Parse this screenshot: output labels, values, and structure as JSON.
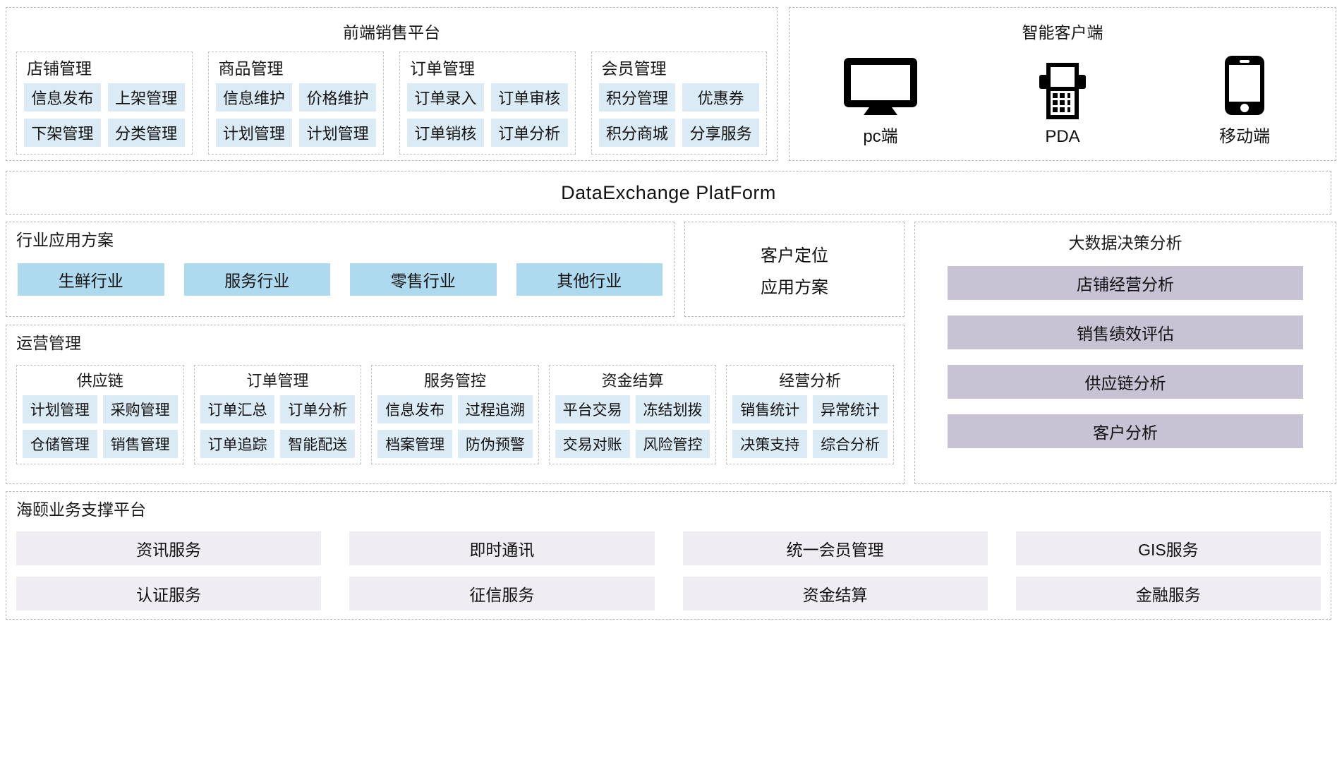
{
  "frontend": {
    "title": "前端销售平台",
    "groups": [
      {
        "title": "店铺管理",
        "rows": [
          [
            "信息发布",
            "上架管理"
          ],
          [
            "下架管理",
            "分类管理"
          ]
        ]
      },
      {
        "title": "商品管理",
        "rows": [
          [
            "信息维护",
            "价格维护"
          ],
          [
            "计划管理",
            "计划管理"
          ]
        ]
      },
      {
        "title": "订单管理",
        "rows": [
          [
            "订单录入",
            "订单审核"
          ],
          [
            "订单销核",
            "订单分析"
          ]
        ]
      },
      {
        "title": "会员管理",
        "rows": [
          [
            "积分管理",
            "优惠券"
          ],
          [
            "积分商城",
            "分享服务"
          ]
        ]
      }
    ]
  },
  "client": {
    "title": "智能客户端",
    "items": [
      {
        "icon": "monitor-icon",
        "label": "pc端"
      },
      {
        "icon": "pda-icon",
        "label": "PDA"
      },
      {
        "icon": "mobile-icon",
        "label": "移动端"
      }
    ]
  },
  "exchange": {
    "title": "DataExchange  PlatForm"
  },
  "industry": {
    "title": "行业应用方案",
    "items": [
      "生鲜行业",
      "服务行业",
      "零售行业",
      "其他行业"
    ]
  },
  "customer_location": {
    "line1": "客户定位",
    "line2": "应用方案"
  },
  "bigdata": {
    "title": "大数据决策分析",
    "items": [
      "店铺经营分析",
      "销售绩效评估",
      "供应链分析",
      "客户分析"
    ]
  },
  "operations": {
    "title": "运营管理",
    "groups": [
      {
        "title": "供应链",
        "rows": [
          [
            "计划管理",
            "采购管理"
          ],
          [
            "仓储管理",
            "销售管理"
          ]
        ]
      },
      {
        "title": "订单管理",
        "rows": [
          [
            "订单汇总",
            "订单分析"
          ],
          [
            "订单追踪",
            "智能配送"
          ]
        ]
      },
      {
        "title": "服务管控",
        "rows": [
          [
            "信息发布",
            "过程追溯"
          ],
          [
            "档案管理",
            "防伪预警"
          ]
        ]
      },
      {
        "title": "资金结算",
        "rows": [
          [
            "平台交易",
            "冻结划拨"
          ],
          [
            "交易对账",
            "风险管控"
          ]
        ]
      },
      {
        "title": "经营分析",
        "rows": [
          [
            "销售统计",
            "异常统计"
          ],
          [
            "决策支持",
            "综合分析"
          ]
        ]
      }
    ]
  },
  "support": {
    "title": "海颐业务支撑平台",
    "rows": [
      [
        "资讯服务",
        "即时通讯",
        "统一会员管理",
        "GIS服务"
      ],
      [
        "认证服务",
        "征信服务",
        "资金结算",
        "金融服务"
      ]
    ]
  },
  "colors": {
    "chip_blue": "#dbebf5",
    "chip_blue_strong": "#aedaf0",
    "chip_purple": "#c7c2d4",
    "chip_lavender": "#efecf3",
    "dash_border": "#b5b5b5"
  }
}
